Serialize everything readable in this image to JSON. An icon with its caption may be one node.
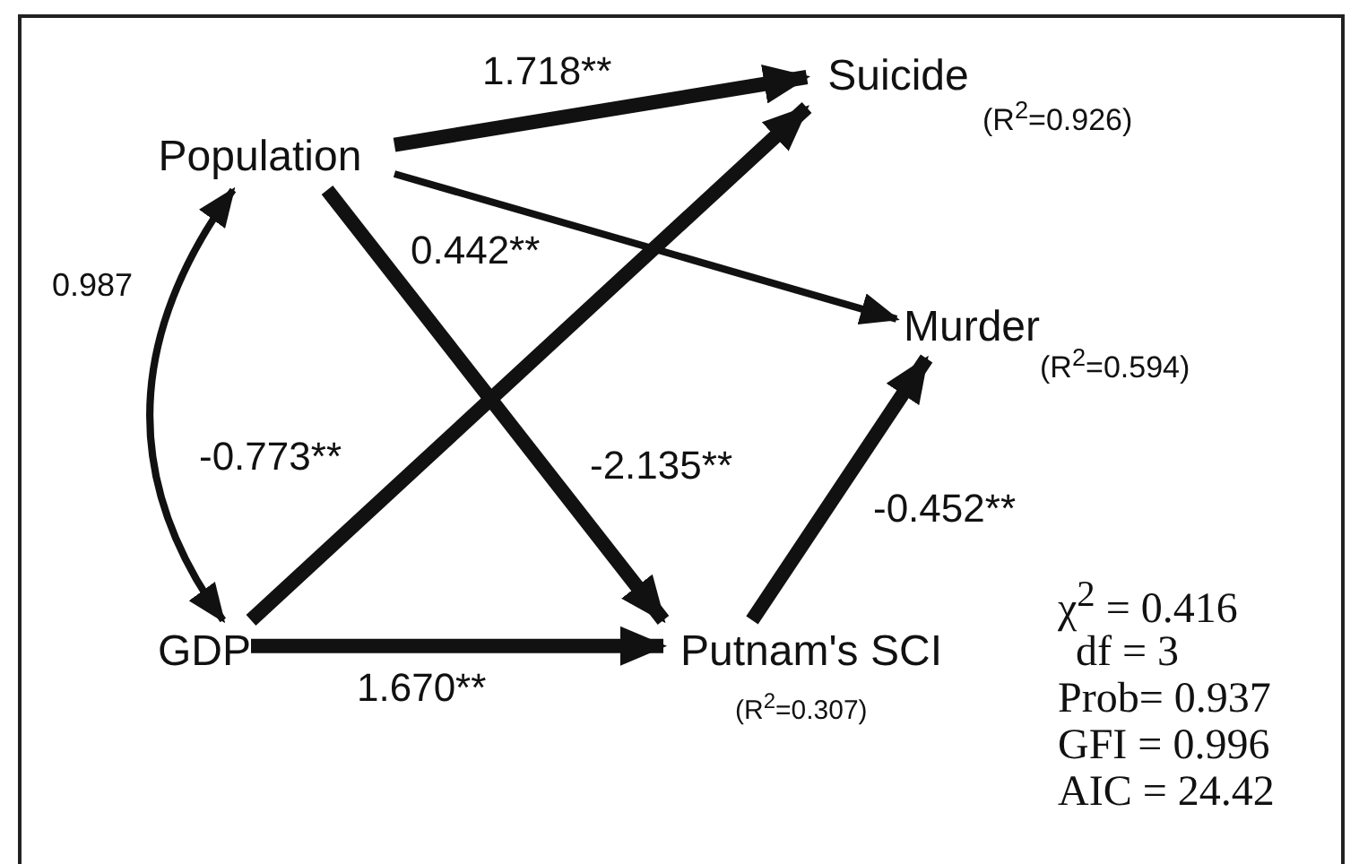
{
  "diagram": {
    "nodes": [
      {
        "text": [
          "Population"
        ]
      },
      {
        "text": [
          "Suicide"
        ],
        "beside": [
          "(R$^{2}$=0.926)"
        ]
      },
      {
        "text": [
          "Murder"
        ],
        "beside": [
          "(R$^{2}$=0.594)"
        ]
      },
      {
        "text": [
          "GDP"
        ]
      },
      {
        "text": [
          "Putnam's SCI"
        ],
        "beside": [
          "(R$^{2}$=0.307)"
        ]
      }
    ],
    "edges": [
      {
        "from": 0,
        "to": 1,
        "arrow": "to",
        "label": "1.718**"
      },
      {
        "from": 0,
        "to": 2,
        "arrow": "to",
        "label": "0.442**"
      },
      {
        "from": 0,
        "to": 4,
        "arrow": "to",
        "label": "-2.135**"
      },
      {
        "from": 3,
        "to": 1,
        "arrow": "to",
        "label": "-0.773**"
      },
      {
        "from": 3,
        "to": 4,
        "arrow": "to",
        "label": "1.670**"
      },
      {
        "from": 4,
        "to": 2,
        "arrow": "to",
        "label": "-0.452**"
      },
      {
        "from": 0,
        "to": 3,
        "arrow": "both",
        "label": "0.987"
      }
    ],
    "labels": [
      "χ$^{2}$ = 0.416",
      "df = 3",
      "Prob= 0.937",
      "GFI = 0.996",
      "AIC = 24.42"
    ]
  }
}
